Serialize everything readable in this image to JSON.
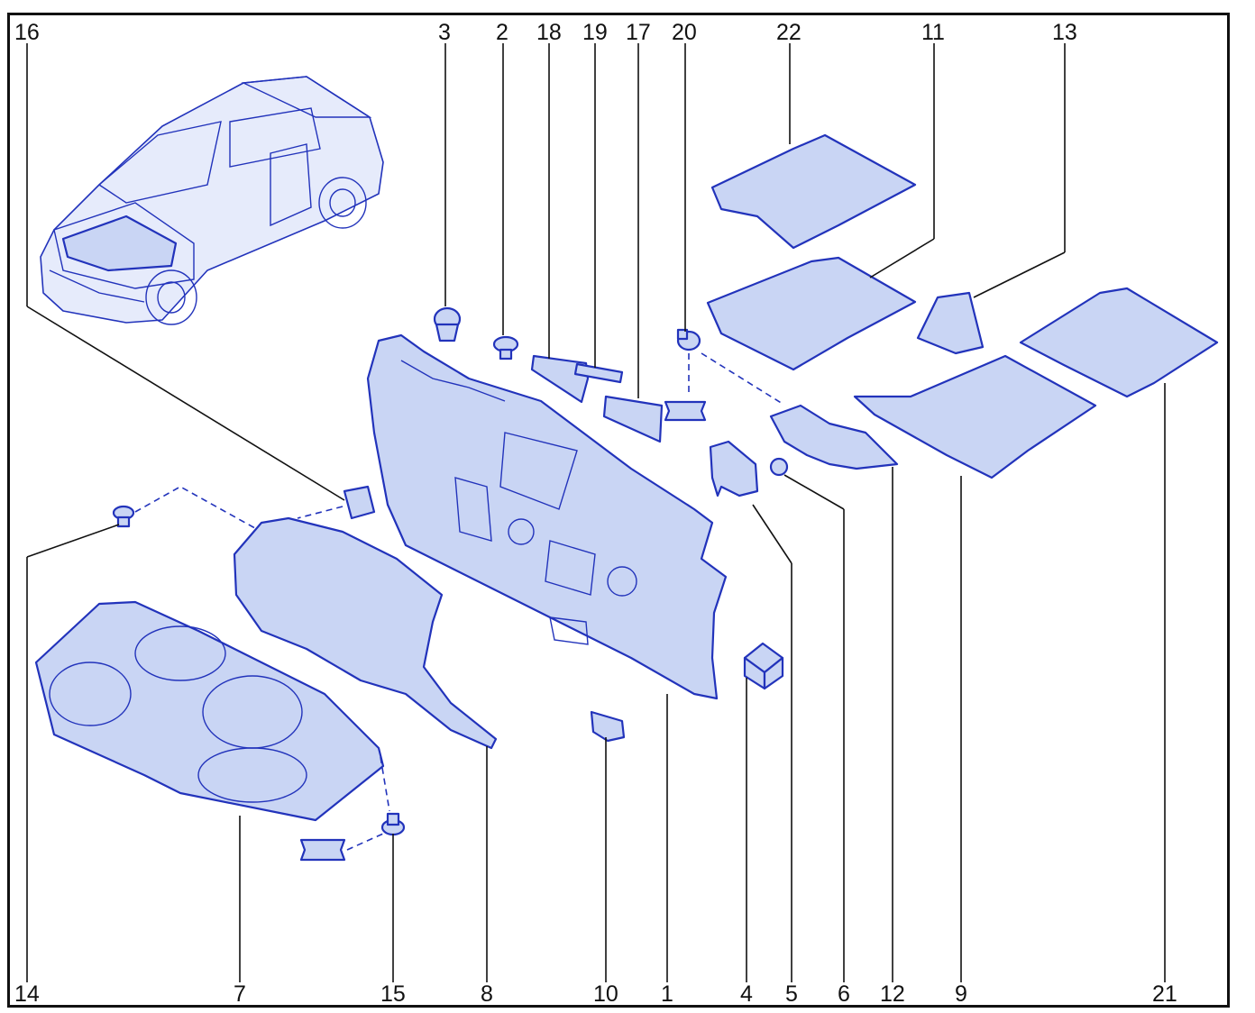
{
  "callouts": [
    {
      "id": "16",
      "text": "16"
    },
    {
      "id": "3",
      "text": "3"
    },
    {
      "id": "2",
      "text": "2"
    },
    {
      "id": "18",
      "text": "18"
    },
    {
      "id": "19",
      "text": "19"
    },
    {
      "id": "17",
      "text": "17"
    },
    {
      "id": "20",
      "text": "20"
    },
    {
      "id": "22",
      "text": "22"
    },
    {
      "id": "11",
      "text": "11"
    },
    {
      "id": "13",
      "text": "13"
    },
    {
      "id": "14",
      "text": "14"
    },
    {
      "id": "7",
      "text": "7"
    },
    {
      "id": "15",
      "text": "15"
    },
    {
      "id": "8",
      "text": "8"
    },
    {
      "id": "10",
      "text": "10"
    },
    {
      "id": "1",
      "text": "1"
    },
    {
      "id": "4",
      "text": "4"
    },
    {
      "id": "5",
      "text": "5"
    },
    {
      "id": "6",
      "text": "6"
    },
    {
      "id": "12",
      "text": "12"
    },
    {
      "id": "9",
      "text": "9"
    },
    {
      "id": "21",
      "text": "21"
    }
  ],
  "colors": {
    "line_art": "#2233bb",
    "part_fill": "#c9d5f4",
    "leader": "#111111"
  }
}
